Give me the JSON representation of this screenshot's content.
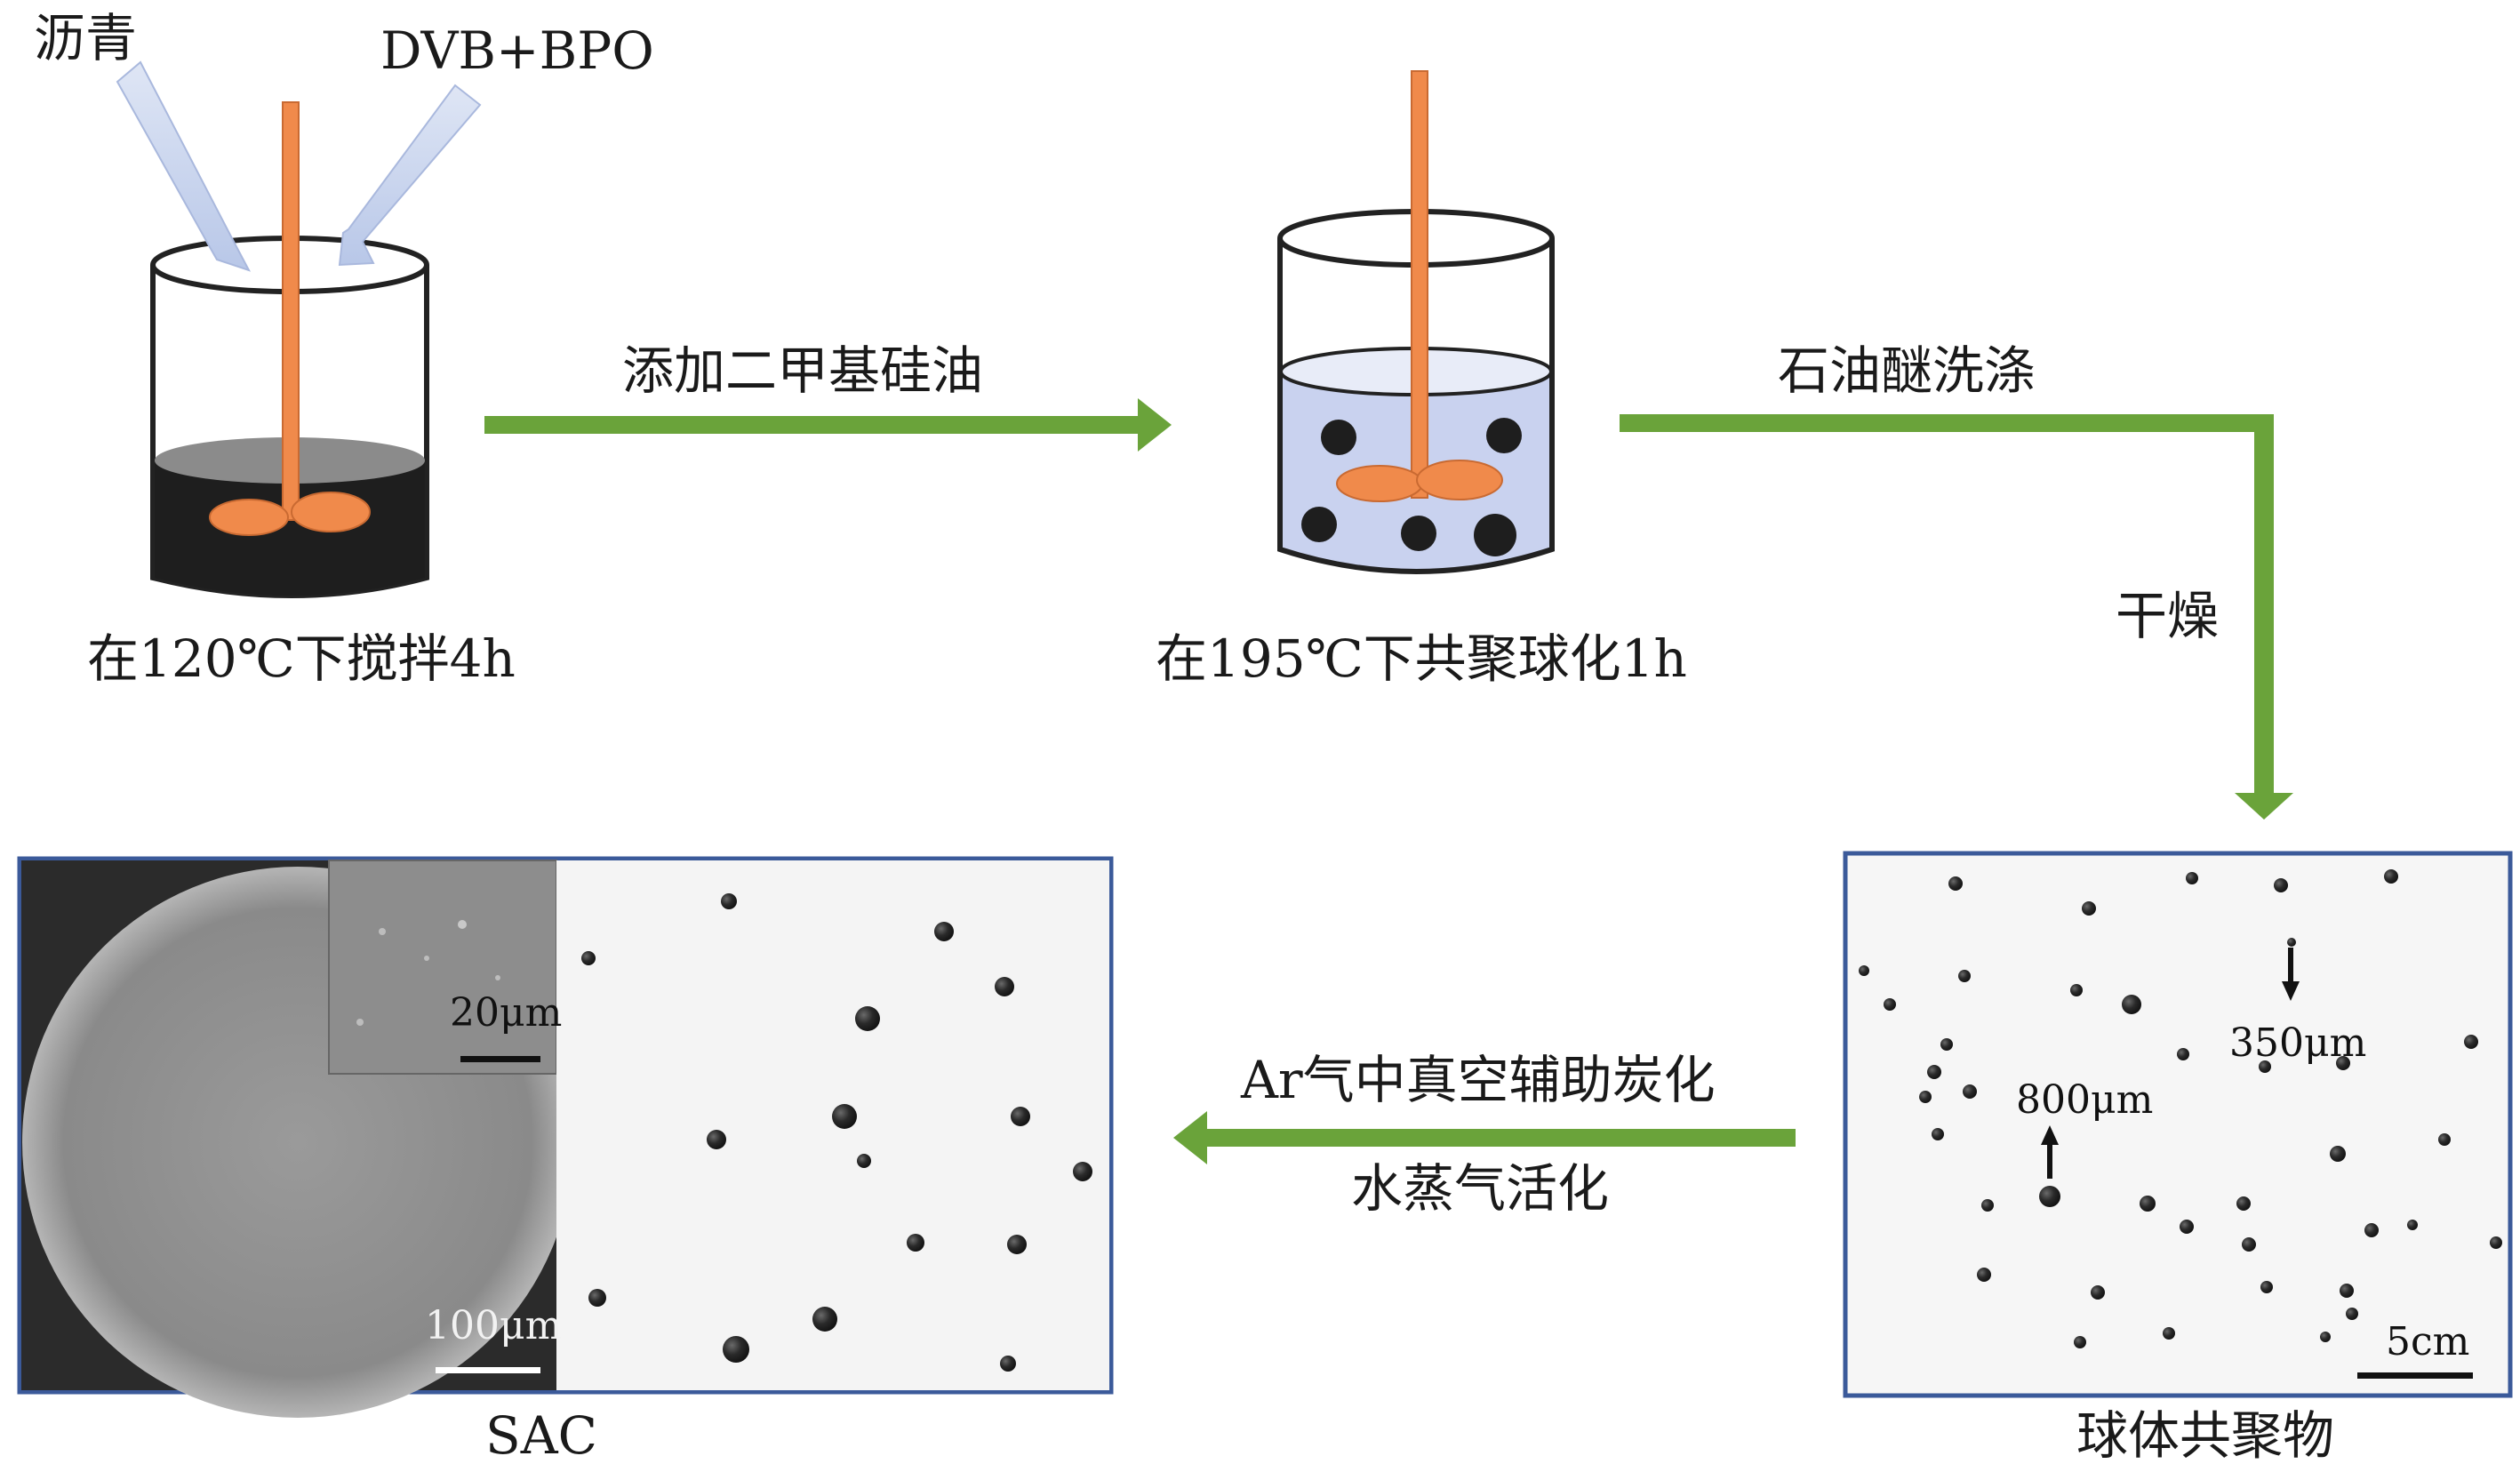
{
  "inputs": {
    "pitch": "沥青",
    "dvb_bpo": "DVB+BPO"
  },
  "steps": {
    "step1_caption": "在120℃下搅拌4h",
    "arrow1_label": "添加二甲基硅油",
    "step2_caption": "在195℃下共聚球化1h",
    "arrow2_label": "石油醚洗涤",
    "arrow3_label": "干燥",
    "arrow4_label_line1": "Ar气中真空辅助炭化",
    "arrow4_label_line2": "水蒸气活化"
  },
  "panels": {
    "sac": {
      "caption": "SAC",
      "scale_inset": "20μm",
      "scale_main": "100μm"
    },
    "copolymer": {
      "caption": "球体共聚物",
      "size_large": "800μm",
      "size_small": "350μm",
      "scale": "5cm"
    }
  },
  "colors": {
    "stirrer": "#f08a4b",
    "arrow_green": "#6aa33a",
    "input_arrow": "#c9d6ee",
    "panel_border": "#3b5a9a",
    "liquid_dark": "#1e1e1e",
    "liquid_blue": "#c9d2ef"
  }
}
